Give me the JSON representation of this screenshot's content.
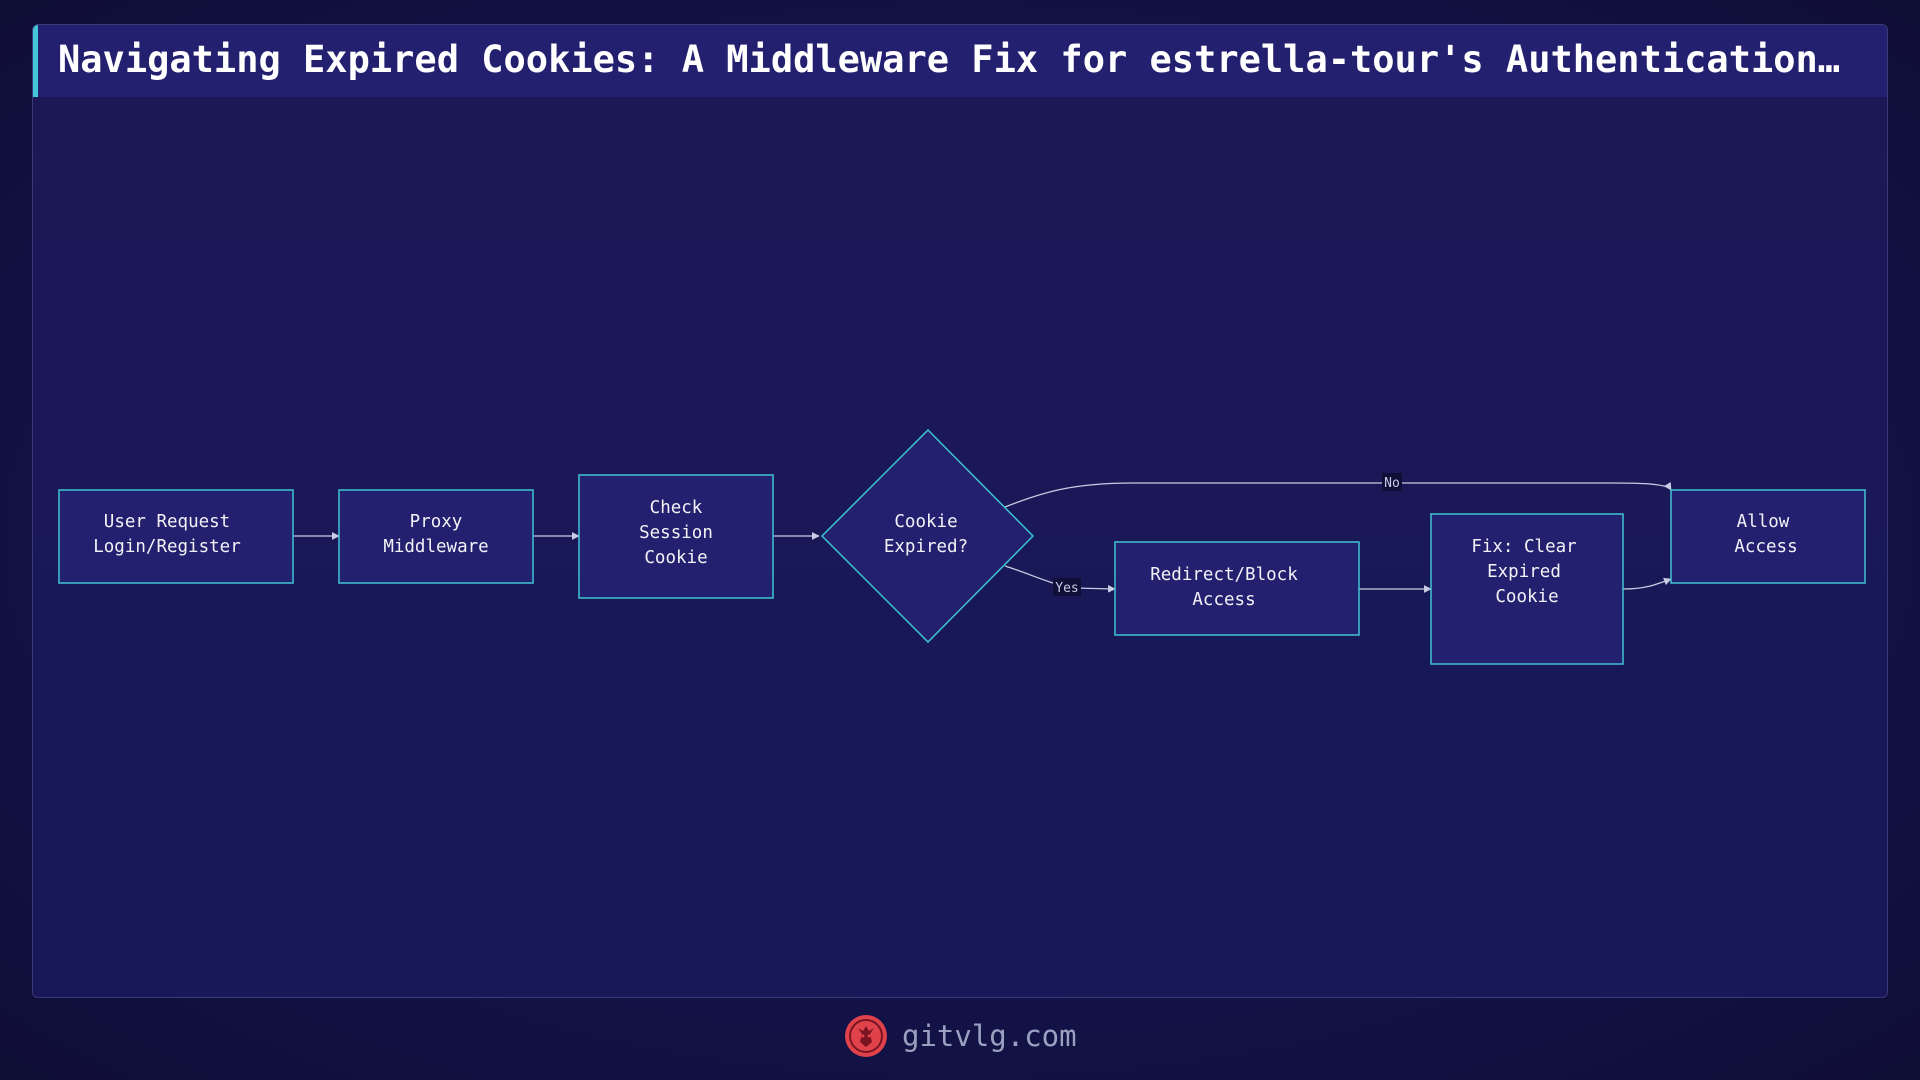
{
  "title": "Navigating Expired Cookies: A Middleware Fix for estrella-tour's Authentication…",
  "nodes": {
    "user_request": [
      "User Request",
      "Login/Register"
    ],
    "proxy": [
      "Proxy",
      "Middleware"
    ],
    "check_session": [
      "Check",
      "Session",
      "Cookie"
    ],
    "cookie_expired": [
      "Cookie",
      "Expired?"
    ],
    "redirect_block": [
      "Redirect/Block",
      "Access"
    ],
    "fix_clear": [
      "Fix: Clear",
      "Expired",
      "Cookie"
    ],
    "allow_access": [
      "Allow",
      "Access"
    ]
  },
  "edge_labels": {
    "no": "No",
    "yes": "Yes"
  },
  "footer": {
    "site": "gitvlg.com",
    "logo_icon": "lion-logo-icon"
  },
  "colors": {
    "accent": "#45c6d6",
    "node_fill": "#23216f",
    "logo": "#e0424b"
  }
}
